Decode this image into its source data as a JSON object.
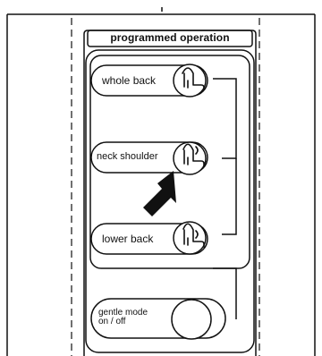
{
  "panel": {
    "title": "programmed operation"
  },
  "buttons": {
    "whole_back": "whole back",
    "neck_shoulder": "neck shoulder",
    "lower_back": "lower back",
    "gentle_mode_line1": "gentle mode",
    "gentle_mode_line2": "on / off"
  },
  "icons": {
    "whole_back": "seat-back-icon",
    "neck_shoulder": "seat-neck-icon",
    "lower_back": "seat-lower-back-icon",
    "pointer": "pointer-arrow-icon",
    "gentle_mode": "circle-button-icon"
  },
  "colors": {
    "line": "#111111",
    "background": "#ffffff"
  }
}
